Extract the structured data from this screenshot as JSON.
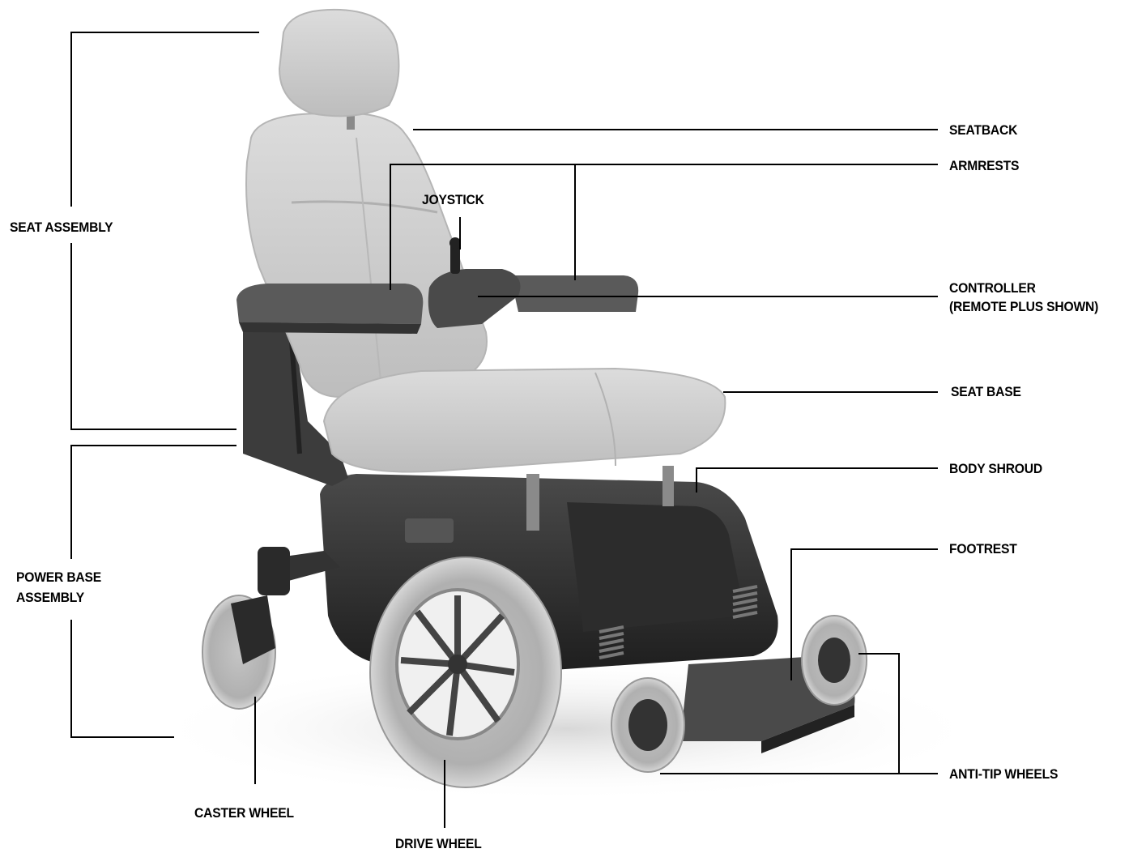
{
  "labels": {
    "seat_assembly": "SEAT ASSEMBLY",
    "power_base_line1": "POWER BASE",
    "power_base_line2": "ASSEMBLY",
    "seatback": "SEATBACK",
    "armrests": "ARMRESTS",
    "joystick": "JOYSTICK",
    "controller_line1": "CONTROLLER",
    "controller_line2": "(REMOTE PLUS SHOWN)",
    "seat_base": "SEAT BASE",
    "body_shroud": "BODY SHROUD",
    "footrest": "FOOTREST",
    "anti_tip_wheels": "ANTI-TIP WHEELS",
    "caster_wheel": "CASTER WHEEL",
    "drive_wheel": "DRIVE WHEEL"
  },
  "colors": {
    "leader_line": "#000000",
    "upholstery": "#c9c9c9",
    "frame": "#3a3a3a",
    "tire": "#b8b8b8"
  }
}
